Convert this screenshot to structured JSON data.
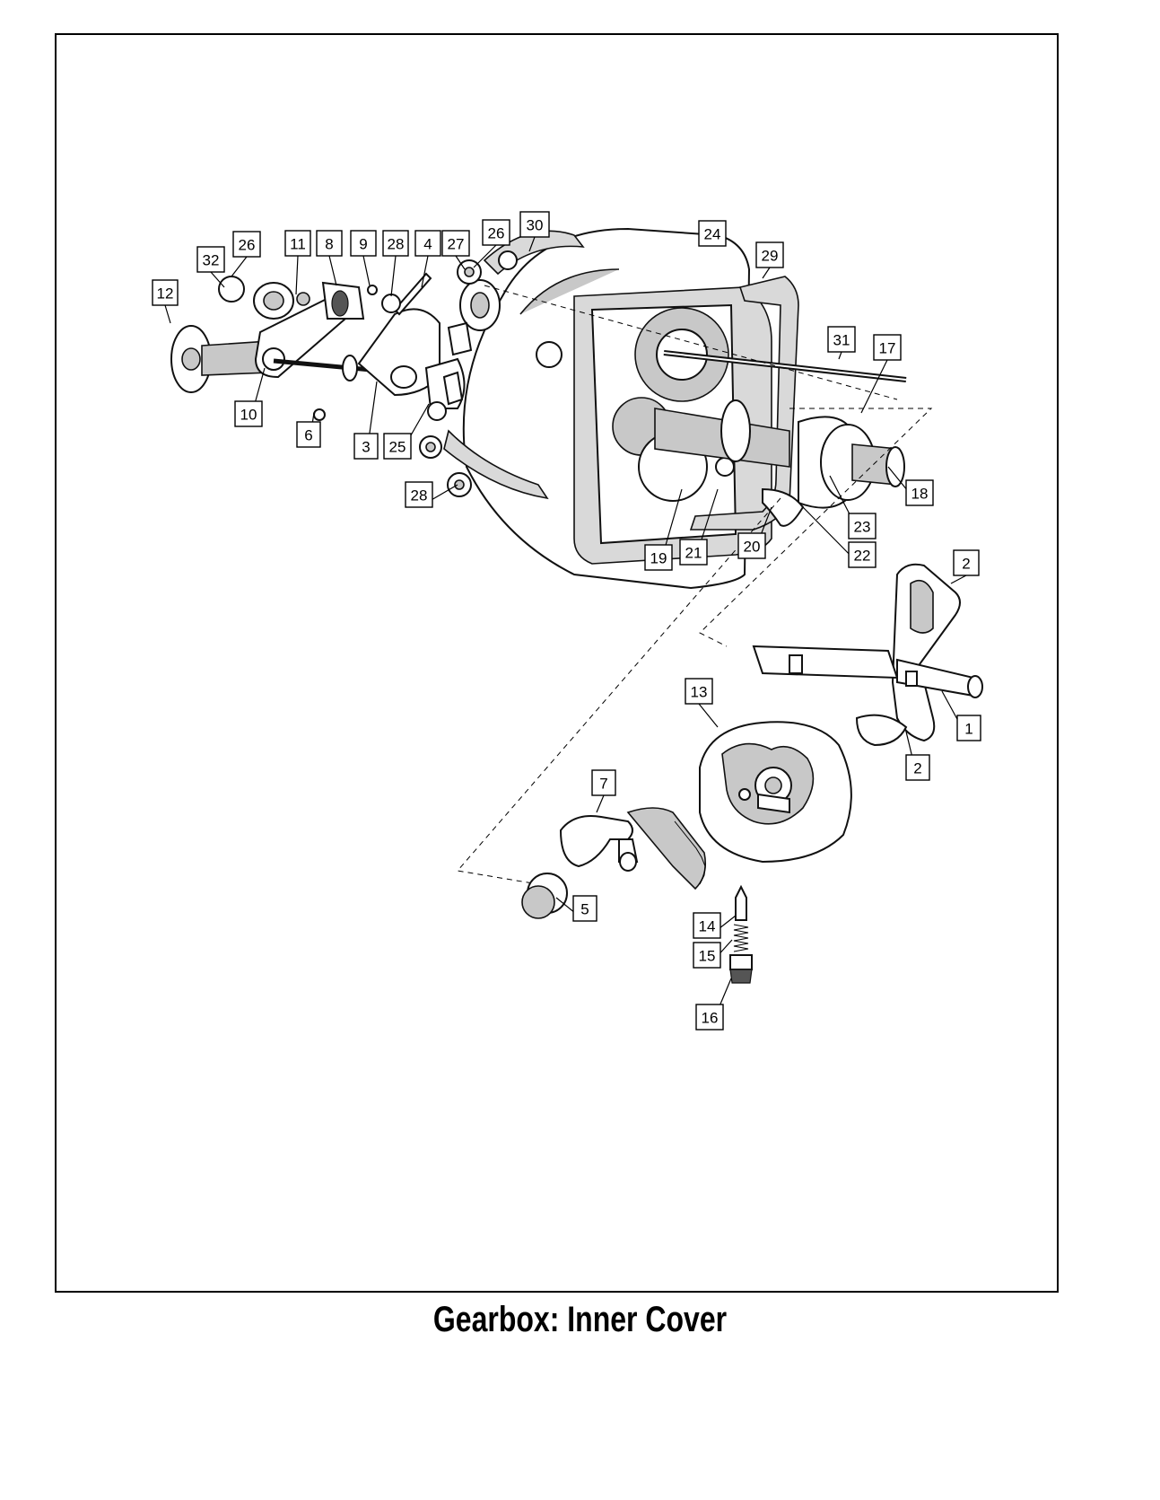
{
  "caption": "Gearbox: Inner Cover",
  "labels": [
    "32",
    "26",
    "11",
    "8",
    "9",
    "28",
    "4",
    "27",
    "26",
    "30",
    "24",
    "29",
    "12",
    "31",
    "17",
    "10",
    "6",
    "3",
    "25",
    "28",
    "18",
    "23",
    "22",
    "19",
    "21",
    "20",
    "2",
    "1",
    "2",
    "13",
    "7",
    "5",
    "14",
    "15",
    "16"
  ]
}
